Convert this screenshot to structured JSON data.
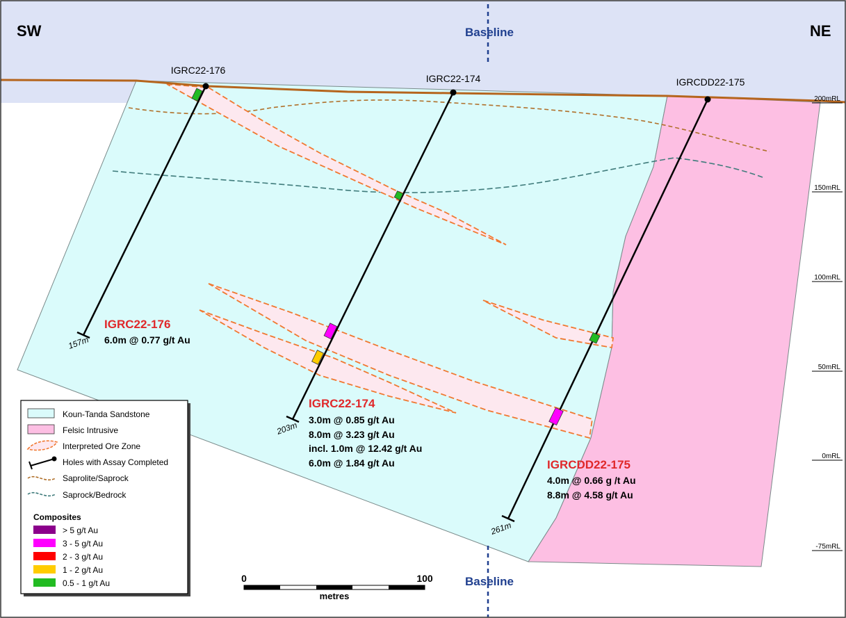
{
  "orientation": {
    "left": "SW",
    "right": "NE"
  },
  "baseline": {
    "top_label": "Baseline",
    "bottom_label": "Baseline",
    "color": "#1f3f8f"
  },
  "elevation_labels": [
    "200mRL",
    "150mRL",
    "100mRL",
    "50mRL",
    "0mRL",
    "-75mRL"
  ],
  "holes": [
    {
      "id": "IGRC22-176",
      "depth": "157m"
    },
    {
      "id": "IGRC22-174",
      "depth": "203m"
    },
    {
      "id": "IGRCDD22-175",
      "depth": "261m"
    }
  ],
  "intercepts": [
    {
      "hole": "IGRC22-176",
      "lines": [
        "6.0m @ 0.77 g/t Au"
      ]
    },
    {
      "hole": "IGRC22-174",
      "lines": [
        "3.0m @ 0.85 g/t Au",
        "8.0m @ 3.23 g/t Au",
        "incl. 1.0m @ 12.42 g/t Au",
        "6.0m @ 1.84 g/t Au"
      ]
    },
    {
      "hole": "IGRCDD22-175",
      "lines": [
        "4.0m @ 0.66 g /t Au",
        "8.8m @ 4.58 g/t Au"
      ]
    }
  ],
  "legend": {
    "items": [
      {
        "label": "Koun-Tanda Sandstone",
        "icon": "sandstone-swatch"
      },
      {
        "label": "Felsic Intrusive",
        "icon": "felsic-swatch"
      },
      {
        "label": "Interpreted Ore Zone",
        "icon": "ore-zone-icon"
      },
      {
        "label": "Holes with Assay Completed",
        "icon": "drill-hole-icon"
      },
      {
        "label": "Saprolite/Saprock",
        "icon": "saprolite-line-icon"
      },
      {
        "label": "Saprock/Bedrock",
        "icon": "bedrock-line-icon"
      }
    ],
    "composites_title": "Composites",
    "composites": [
      {
        "label": "> 5 g/t Au",
        "color": "#8b008b"
      },
      {
        "label": "3 - 5 g/t Au",
        "color": "#ff00ff"
      },
      {
        "label": "2 - 3 g/t Au",
        "color": "#ff0000"
      },
      {
        "label": "1 - 2 g/t Au",
        "color": "#ffcc00"
      },
      {
        "label": "0.5 - 1 g/t Au",
        "color": "#22bb22"
      }
    ]
  },
  "scale_bar": {
    "start": "0",
    "end": "100",
    "unit": "metres"
  },
  "colors": {
    "sky": "#dde3f6",
    "sandstone": "#dafbfb",
    "felsic": "#fdbfe3",
    "ore_fill": "#fde8ef",
    "ore_outline": "#f07830",
    "surface": "#b5651d",
    "saprolite": "#b0702a",
    "bedrock": "#3f7b7b",
    "title_red": "#e0282a"
  }
}
